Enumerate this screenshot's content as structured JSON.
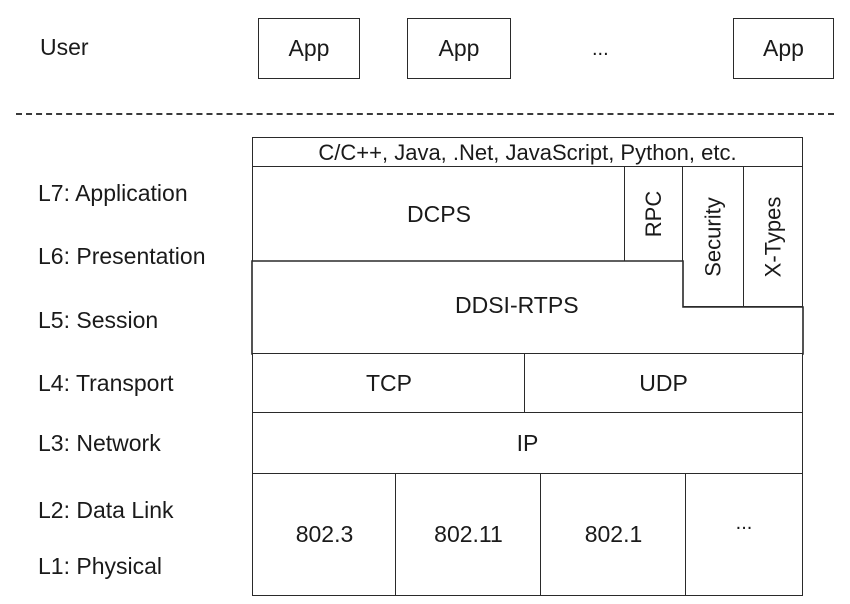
{
  "user_label": "User",
  "apps": [
    "App",
    "App",
    "...",
    "App"
  ],
  "layers": [
    "L7: Application",
    "L6: Presentation",
    "L5: Session",
    "L4: Transport",
    "L3: Network",
    "L2: Data Link",
    "L1: Physical"
  ],
  "stack": {
    "languages": "C/C++, Java, .Net, JavaScript, Python, etc.",
    "dcps": "DCPS",
    "rpc": "RPC",
    "security": "Security",
    "xtypes": "X-Types",
    "ddsi_rtps": "DDSI-RTPS",
    "tcp": "TCP",
    "udp": "UDP",
    "ip": "IP",
    "link": [
      "802.3",
      "802.11",
      "802.1",
      "..."
    ]
  }
}
